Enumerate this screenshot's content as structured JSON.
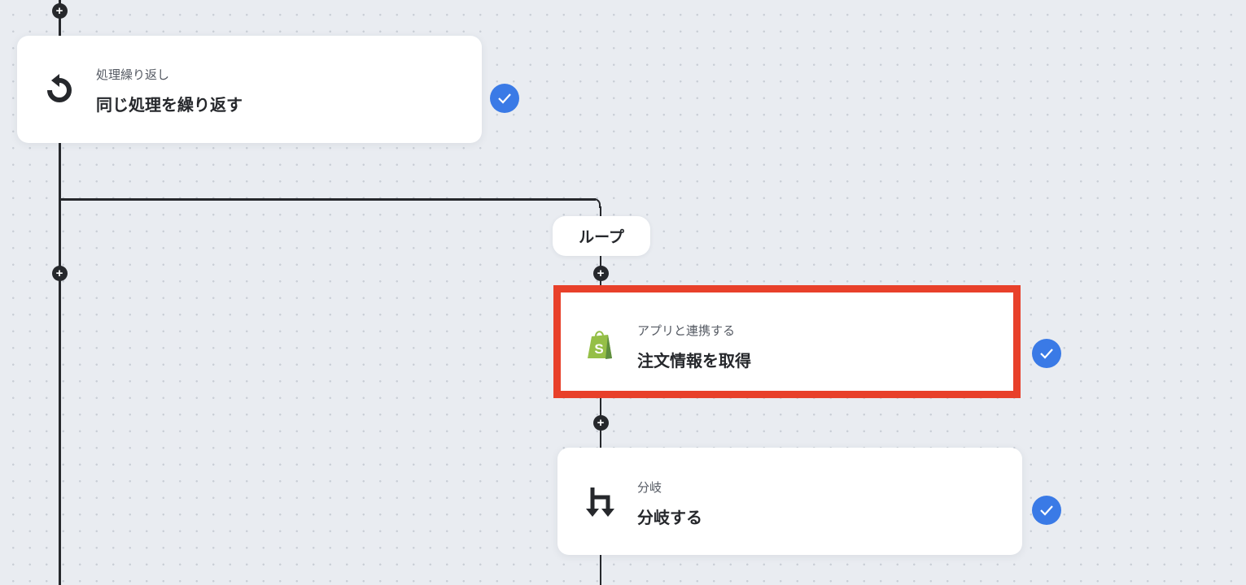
{
  "flow": {
    "steps": [
      {
        "subtitle": "処理繰り返し",
        "title": "同じ処理を繰り返す",
        "icon": "loop-icon",
        "status": "completed"
      },
      {
        "subtitle": "アプリと連携する",
        "title": "注文情報を取得",
        "icon": "shopify-icon",
        "status": "completed",
        "highlighted": true
      },
      {
        "subtitle": "分岐",
        "title": "分岐する",
        "icon": "branch-icon",
        "status": "completed"
      }
    ],
    "loop_label": "ループ",
    "add_symbol": "+"
  },
  "colors": {
    "check": "#3a7ae6",
    "highlight": "#e8402a",
    "shopify": "#95bf47"
  }
}
